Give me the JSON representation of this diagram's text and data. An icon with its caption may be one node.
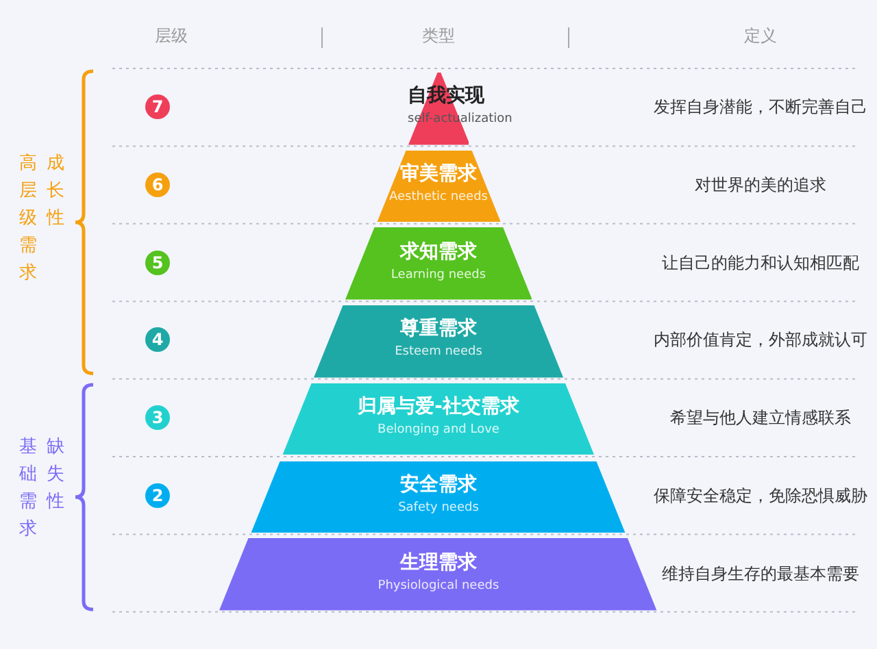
{
  "diagram": {
    "nodes": [
      {
        "text": [
          "7"
        ]
      },
      {
        "text": [
          "自我实现",
          "self-actualization"
        ]
      },
      {
        "text": [
          "6"
        ]
      },
      {
        "text": [
          "审美需求",
          "Aesthetic needs"
        ]
      },
      {
        "text": [
          "5"
        ]
      },
      {
        "text": [
          "求知需求",
          "Learning needs"
        ]
      },
      {
        "text": [
          "4"
        ]
      },
      {
        "text": [
          "尊重需求",
          "Esteem needs"
        ]
      },
      {
        "text": [
          "3"
        ]
      },
      {
        "text": [
          "归属与爱-社交需求",
          "Belonging and Love"
        ]
      },
      {
        "text": [
          "2"
        ]
      },
      {
        "text": [
          "安全需求",
          "Safety needs"
        ]
      },
      {
        "text": [
          "生理需求",
          "Physiological needs"
        ]
      }
    ],
    "edges": [],
    "labels": [
      "层级",
      "类型",
      "定义",
      "发挥自身潜能，不断完善自己",
      "高层级需求",
      "成长性",
      "对世界的美的追求",
      "让自己的能力和认知相匹配",
      "内部价值肯定，外部成就认可",
      "希望与他人建立情感联系",
      "基础需求",
      "缺失性",
      "保障安全稳定，免除恐惧威胁",
      "维持自身生存的最基本需要"
    ]
  }
}
